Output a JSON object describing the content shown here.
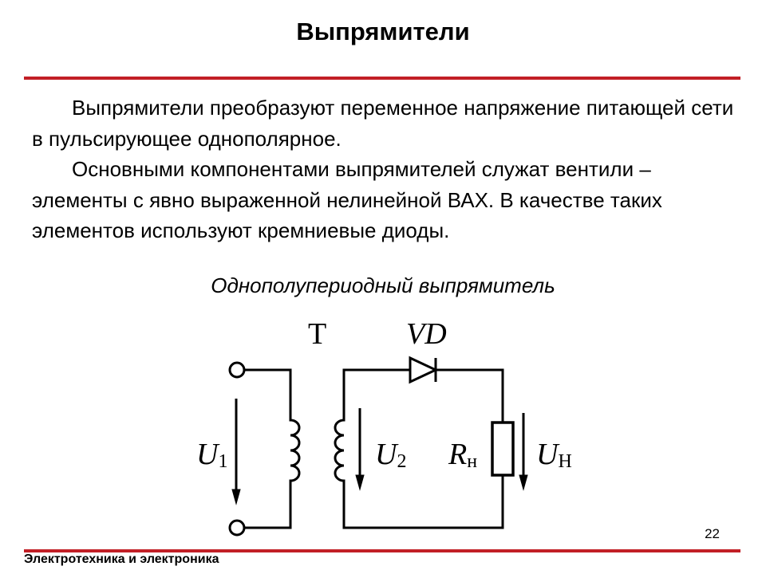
{
  "slide": {
    "title": "Выпрямители",
    "paragraphs": [
      "Выпрямители преобразуют переменное напряжение питающей сети в пульсирующее однополярное.",
      "Основными компонентами выпрямителей служат вентили – элементы с явно выраженной нелинейной ВАХ. В качестве таких элементов используют кремниевые диоды."
    ],
    "caption": "Однополупериодный выпрямитель",
    "page_number": "22",
    "footer": "Электротехника и электроника"
  },
  "circuit": {
    "transformer_label": "T",
    "diode_label": "VD",
    "u1": {
      "main": "U",
      "sub": "1"
    },
    "u2": {
      "main": "U",
      "sub": "2"
    },
    "rn": {
      "main": "R",
      "sub": "н"
    },
    "un": {
      "main": "U",
      "sub": "Н"
    }
  },
  "colors": {
    "accent_rule": "#c21f26",
    "text": "#000000"
  }
}
